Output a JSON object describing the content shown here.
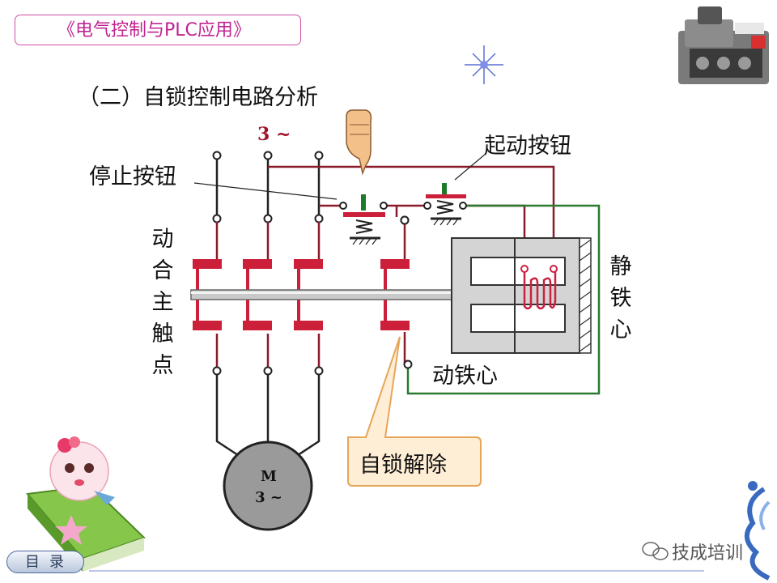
{
  "course_title": "《电气控制与PLC应用》",
  "section_title": "（二）自锁控制电路分析",
  "labels": {
    "supply": "3 ~",
    "stop_button": "停止按钮",
    "start_button": "起动按钮",
    "main_contacts": "动合主触点",
    "static_core": "静铁心",
    "moving_core": "动铁心",
    "self_lock_release": "自锁解除",
    "motor_m": "M",
    "motor_phase": "3 ~"
  },
  "footer": {
    "menu_label": "目录",
    "watermark": "技成培训"
  },
  "colors": {
    "wire": "#8b1a2a",
    "contact": "#cc1f3a",
    "green_wire": "#2a7a30",
    "button_cap": "#1e7a2a",
    "core_fill": "#d4d4d4",
    "coil": "#cc2040",
    "callout_fill": "#ffeed6",
    "callout_border": "#e7a55a"
  }
}
